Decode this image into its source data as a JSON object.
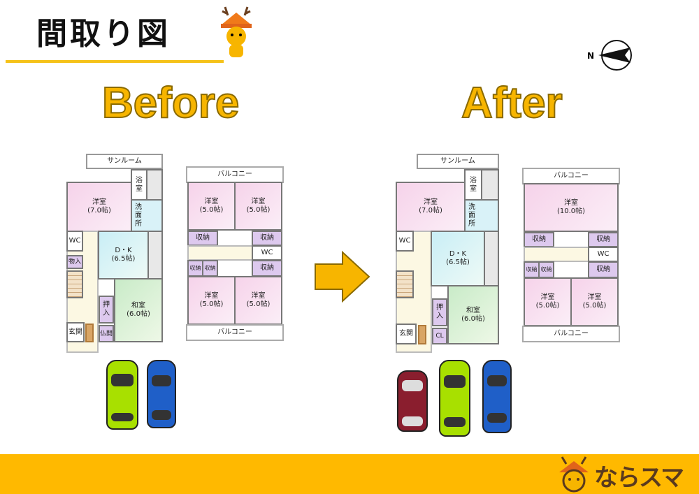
{
  "header": {
    "title": "間取り図"
  },
  "labels": {
    "before": "Before",
    "after": "After"
  },
  "compass": {
    "north": "N"
  },
  "before": {
    "floor1": {
      "sunroom": "サンルーム",
      "western": "洋室\n(7.0帖)",
      "bath": "浴\n室",
      "washroom": "洗\n面\n所",
      "wc": "WC",
      "storage": "物入",
      "dk": "D・K\n(6.5帖)",
      "japanese": "和室\n(6.0帖)",
      "closet": "押\n入",
      "altar": "仏間",
      "entrance": "玄関"
    },
    "floor2": {
      "balcony_top": "バルコニー",
      "balcony_bottom": "バルコニー",
      "room_tl": "洋室\n(5.0帖)",
      "room_tr": "洋室\n(5.0帖)",
      "room_bl": "洋室\n(5.0帖)",
      "room_br": "洋室\n(5.0帖)",
      "storage1": "収納",
      "storage2": "収納",
      "storage3": "収納",
      "storage4": "収納",
      "storage5": "収納",
      "wc": "WC"
    }
  },
  "after": {
    "floor1": {
      "sunroom": "サンルーム",
      "western": "洋室\n(7.0帖)",
      "bath": "浴\n室",
      "washroom": "洗\n面\n所",
      "wc": "WC",
      "dk": "D・K\n(6.5帖)",
      "japanese": "和室\n(6.0帖)",
      "closet": "押\n入",
      "cl": "CL",
      "entrance": "玄関"
    },
    "floor2": {
      "balcony_top": "バルコニー",
      "balcony_bottom": "バルコニー",
      "room_top": "洋室\n(10.0帖)",
      "room_bl": "洋室\n(5.0帖)",
      "room_br": "洋室\n(5.0帖)",
      "storage1": "収納",
      "storage2": "収納",
      "storage3": "収納",
      "storage4": "収納",
      "storage5": "収納",
      "wc": "WC"
    }
  },
  "footer": {
    "logo": "ならスマ"
  },
  "colors": {
    "accent": "#ffb900",
    "car_lime": "#a8e000",
    "car_blue": "#1f5fc8",
    "car_maroon": "#8a1e2e"
  }
}
